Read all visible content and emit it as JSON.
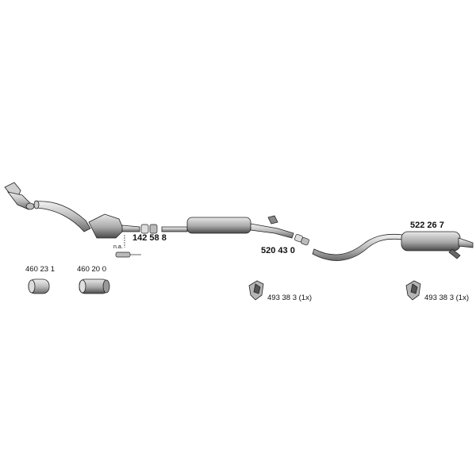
{
  "parts": {
    "downpipe_joint": "142 58 8",
    "rear_pipe_joint": "520 43 0",
    "rear_silencer": "522 26 7",
    "gasket_a": "460 23 1",
    "gasket_b": "460 20 0",
    "mount_left": "493 38 3 (1x)",
    "mount_right": "493 38 3 (1x)",
    "sensor_note": "n.a."
  },
  "colors": {
    "stroke": "#222222",
    "fill_light": "#d8d8d8",
    "fill_mid": "#a8a8a8",
    "fill_dark": "#555555"
  }
}
